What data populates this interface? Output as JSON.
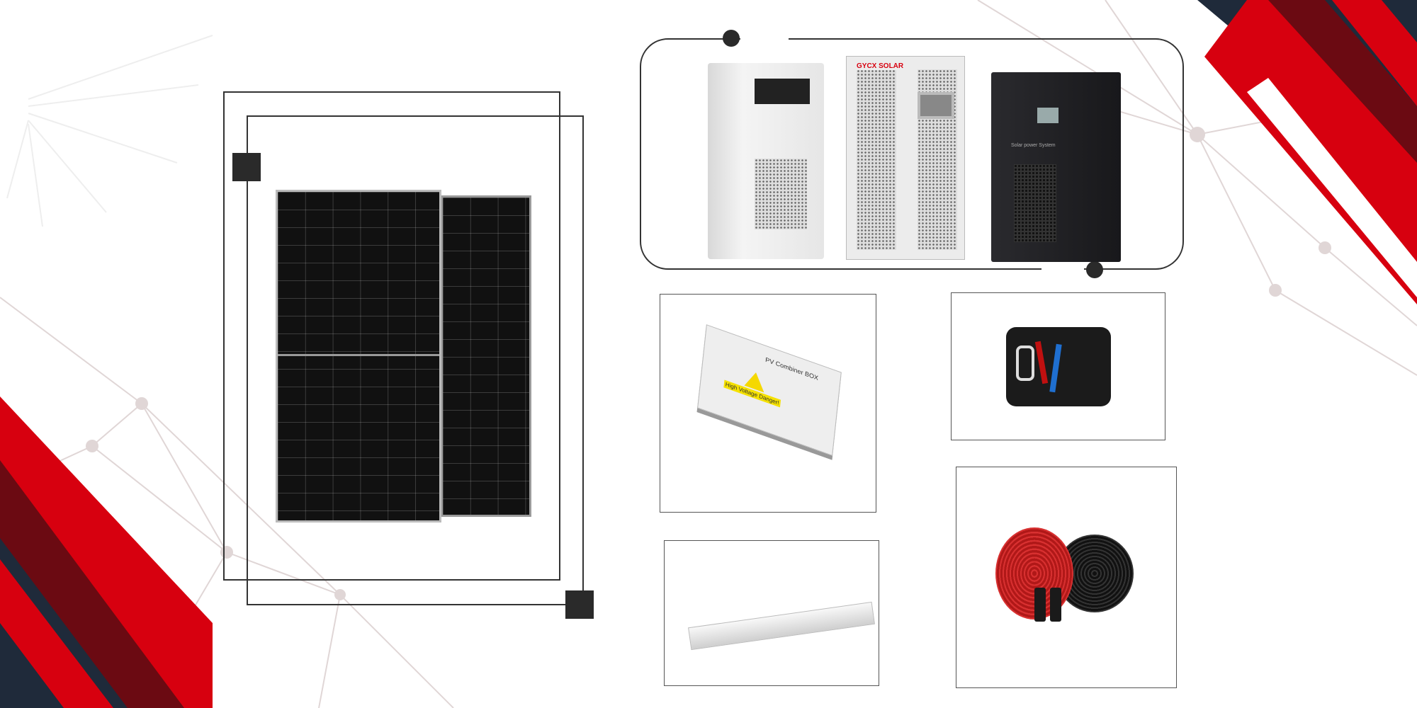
{
  "colors": {
    "accent_red": "#d7000f",
    "navy": "#1f2a3a",
    "dark_red": "#6b0a12",
    "network_line": "#d9cfcf"
  },
  "products": {
    "solar_panel": {
      "icon": "solar-panel"
    },
    "inverters": {
      "brand_logo": "GYCX SOLAR",
      "cabinet_label": "Solar power System"
    },
    "combiner_box": {
      "title": "PV Combiner BOX",
      "warning": "High Voltage Danger!"
    },
    "tool_kit": {
      "icon": "crimping-tool-kit"
    },
    "busbar": {
      "icon": "busbar"
    },
    "cables": {
      "icon": "pv-cable-reels"
    }
  }
}
